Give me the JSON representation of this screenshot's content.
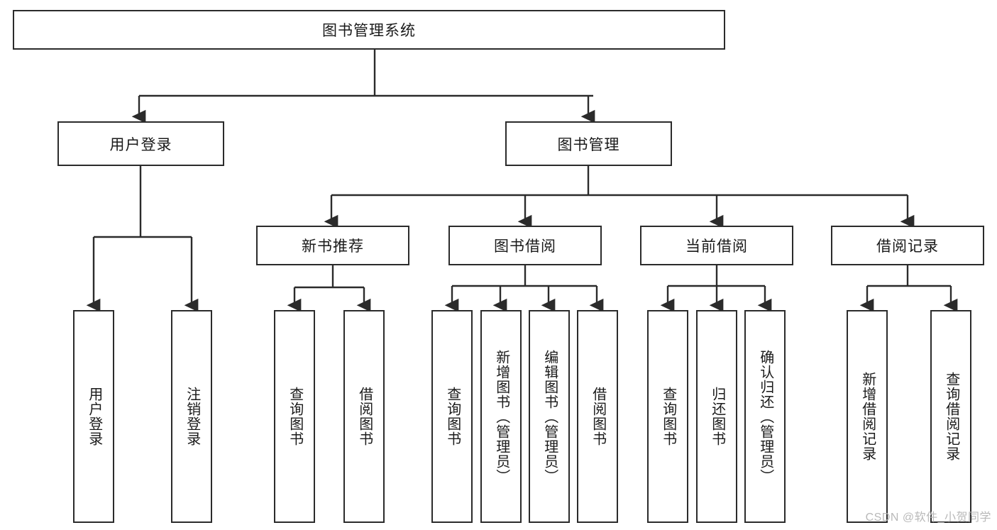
{
  "diagram": {
    "type": "tree",
    "title": "图书管理系统",
    "watermark": "CSDN @软件_小贺同学",
    "colors": {
      "stroke": "#2b2b2b",
      "fill": "#ffffff",
      "text": "#1a1a1a",
      "watermark": "#b9b9b9"
    },
    "levels": {
      "root_label": "图书管理系统",
      "level2": [
        {
          "id": "user-login",
          "label": "用户登录"
        },
        {
          "id": "book-manage",
          "label": "图书管理"
        }
      ],
      "level3": [
        {
          "id": "new-book-rec",
          "label": "新书推荐"
        },
        {
          "id": "book-borrow",
          "label": "图书借阅"
        },
        {
          "id": "current-borrow",
          "label": "当前借阅"
        },
        {
          "id": "borrow-record",
          "label": "借阅记录"
        }
      ],
      "leaves": {
        "user_login": [
          {
            "id": "leaf-user-login",
            "label": "用户登录"
          },
          {
            "id": "leaf-logout-login",
            "label": "注销登录"
          }
        ],
        "new_book_rec": [
          {
            "id": "leaf-query-book-1",
            "label": "查询图书"
          },
          {
            "id": "leaf-borrow-book-1",
            "label": "借阅图书"
          }
        ],
        "book_borrow": [
          {
            "id": "leaf-query-book-2",
            "label": "查询图书"
          },
          {
            "id": "leaf-add-book",
            "label": "新增图书（管理员）"
          },
          {
            "id": "leaf-edit-book",
            "label": "编辑图书（管理员）"
          },
          {
            "id": "leaf-borrow-book-2",
            "label": "借阅图书"
          }
        ],
        "current_borrow": [
          {
            "id": "leaf-query-book-3",
            "label": "查询图书"
          },
          {
            "id": "leaf-return-book",
            "label": "归还图书"
          },
          {
            "id": "leaf-confirm-return",
            "label": "确认归还（管理员）"
          }
        ],
        "borrow_record": [
          {
            "id": "leaf-add-record",
            "label": "新增借阅记录"
          },
          {
            "id": "leaf-query-record",
            "label": "查询借阅记录"
          }
        ]
      }
    }
  }
}
